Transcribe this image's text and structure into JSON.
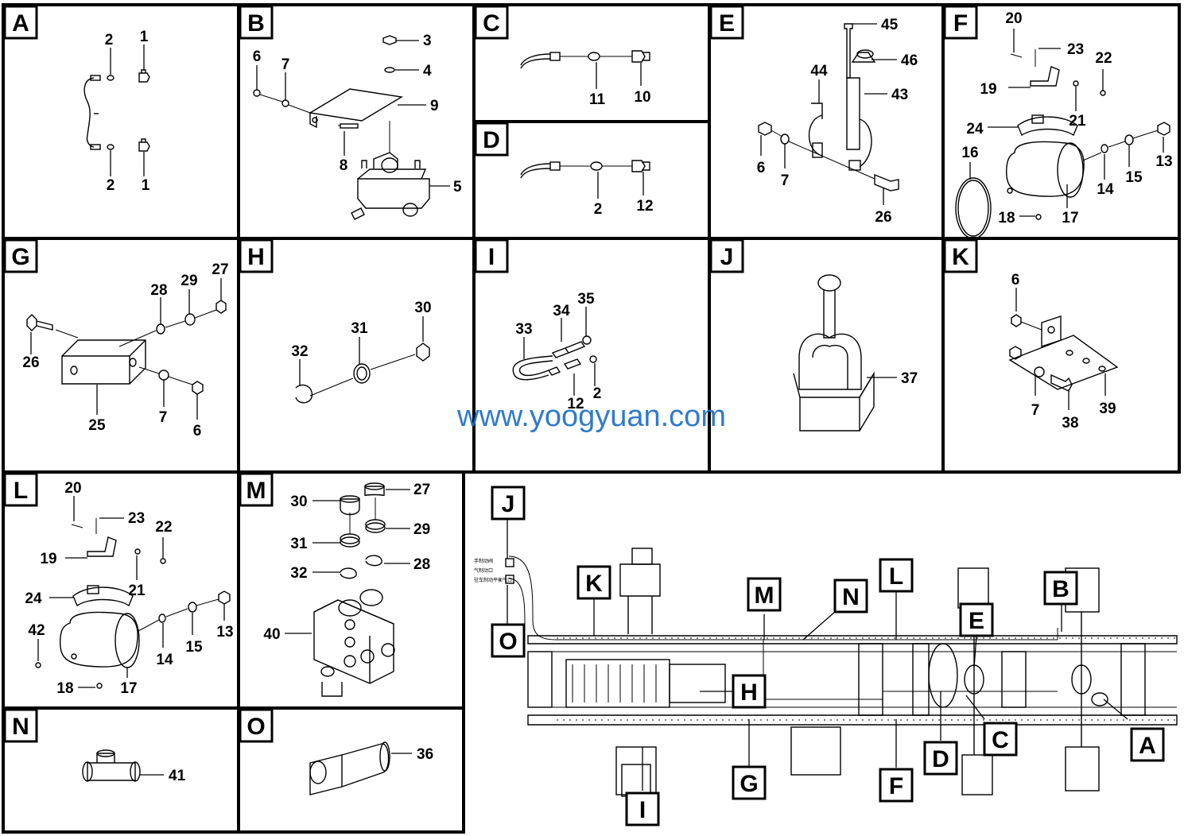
{
  "panels": [
    {
      "letter": "A",
      "labels": [
        "2",
        "1",
        "2",
        "1"
      ]
    },
    {
      "letter": "B",
      "labels": [
        "3",
        "4",
        "6",
        "7",
        "9",
        "8",
        "5"
      ]
    },
    {
      "letter": "C",
      "labels": [
        "11",
        "10"
      ]
    },
    {
      "letter": "D",
      "labels": [
        "2",
        "12"
      ]
    },
    {
      "letter": "E",
      "labels": [
        "45",
        "46",
        "44",
        "43",
        "6",
        "7",
        "26"
      ]
    },
    {
      "letter": "F",
      "labels": [
        "20",
        "23",
        "22",
        "19",
        "21",
        "24",
        "16",
        "14",
        "15",
        "13",
        "18",
        "17"
      ]
    },
    {
      "letter": "G",
      "labels": [
        "28",
        "29",
        "27",
        "26",
        "25",
        "7",
        "6"
      ]
    },
    {
      "letter": "H",
      "labels": [
        "30",
        "31",
        "32"
      ]
    },
    {
      "letter": "I",
      "labels": [
        "34",
        "35",
        "33",
        "12",
        "2"
      ]
    },
    {
      "letter": "J",
      "labels": [
        "37"
      ]
    },
    {
      "letter": "K",
      "labels": [
        "6",
        "7",
        "38",
        "39"
      ]
    },
    {
      "letter": "L",
      "labels": [
        "20",
        "23",
        "22",
        "19",
        "21",
        "24",
        "42",
        "14",
        "15",
        "13",
        "18",
        "17"
      ]
    },
    {
      "letter": "M",
      "labels": [
        "30",
        "27",
        "31",
        "29",
        "32",
        "28",
        "40"
      ]
    },
    {
      "letter": "N",
      "labels": [
        "41"
      ]
    },
    {
      "letter": "O",
      "labels": [
        "36"
      ]
    }
  ],
  "chassis_tags": [
    "J",
    "K",
    "M",
    "N",
    "L",
    "B",
    "E",
    "O",
    "H",
    "C",
    "A",
    "D",
    "G",
    "F",
    "I"
  ],
  "chassis_text": [
    "手制动阀",
    "气制动口",
    "驻车制动平衡气口"
  ],
  "watermark": "www.yoogyuan.com"
}
